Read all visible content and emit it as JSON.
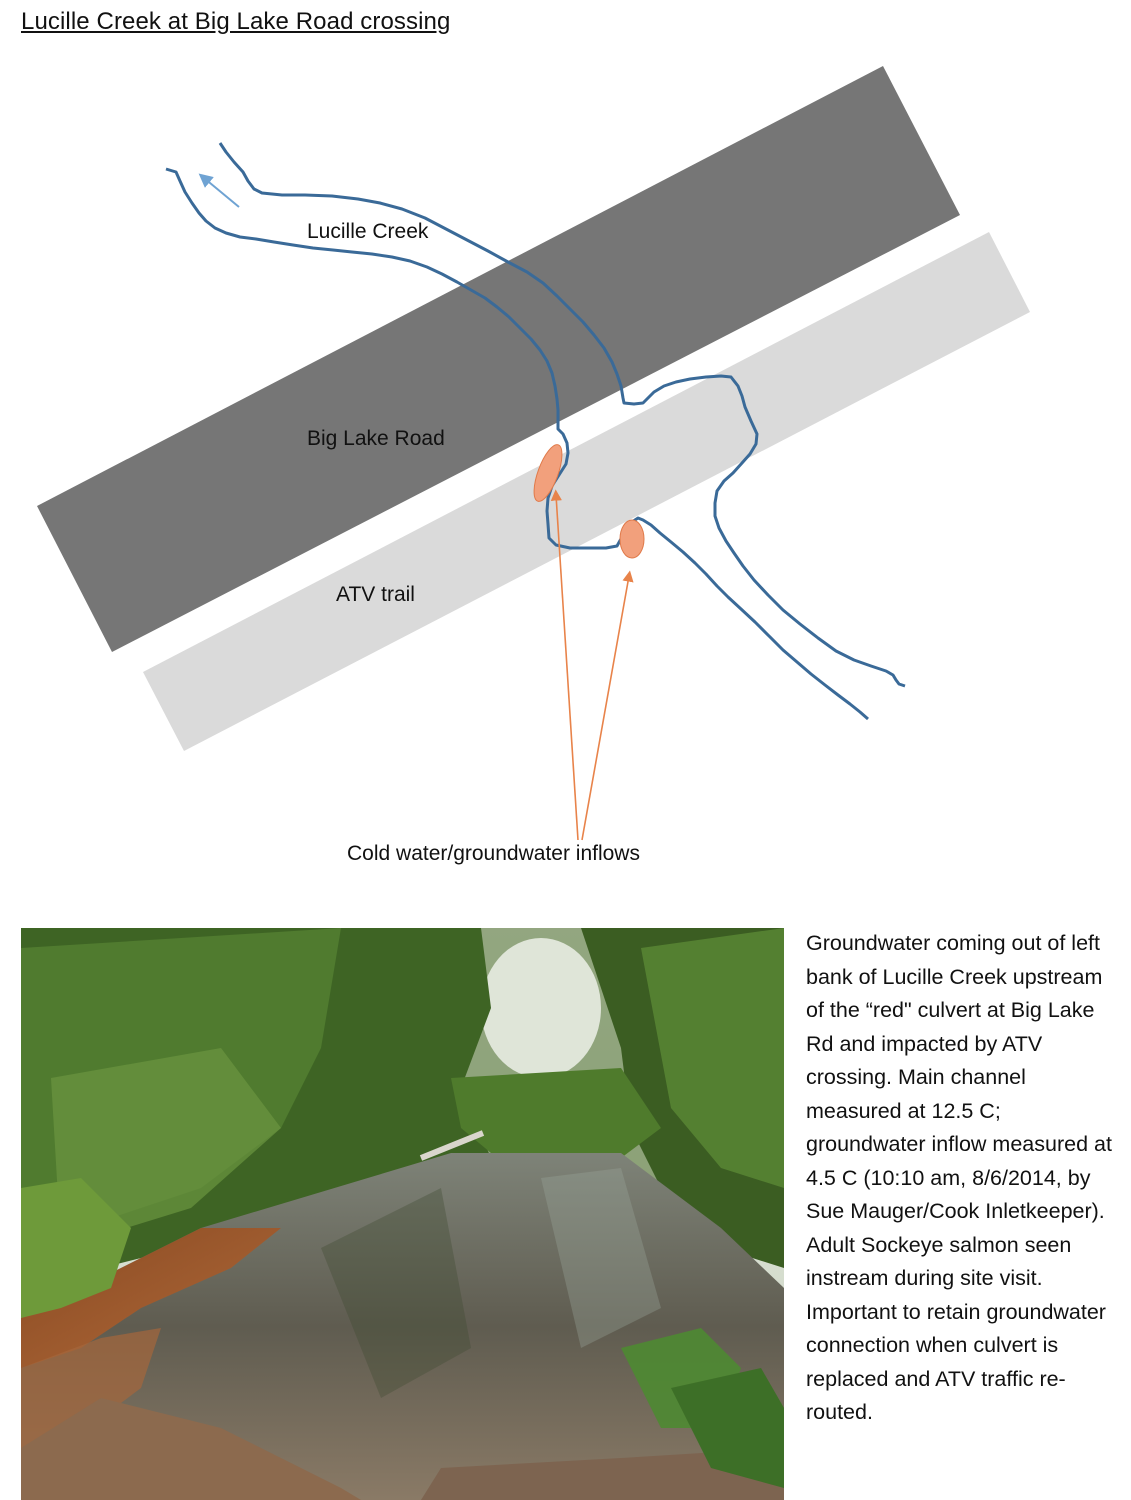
{
  "title": "Lucille Creek at Big Lake Road crossing",
  "diagram": {
    "labels": {
      "creek": "Lucille Creek",
      "road": "Big Lake Road",
      "atv_trail": "ATV trail",
      "inflows": "Cold water/groundwater inflows"
    },
    "colors": {
      "road": "#767676",
      "atv_trail": "#dadada",
      "creek_line": "#3a6a98",
      "flow_arrow": "#6fa3d3",
      "inflow_marker": "#f2a07c",
      "inflow_marker_edge": "#e07a4a",
      "pointer_arrow": "#e8834a"
    }
  },
  "photo": {
    "description_icon": "creek-photo"
  },
  "caption": "Groundwater coming out of left bank of Lucille Creek upstream of the “red\" culvert at Big Lake Rd and impacted by ATV crossing. Main channel measured at 12.5 C; groundwater inflow measured at 4.5 C (10:10 am, 8/6/2014, by Sue Mauger/Cook Inletkeeper). Adult Sockeye salmon seen instream during site visit. Important to retain groundwater connection when culvert is replaced and ATV traffic re-routed."
}
